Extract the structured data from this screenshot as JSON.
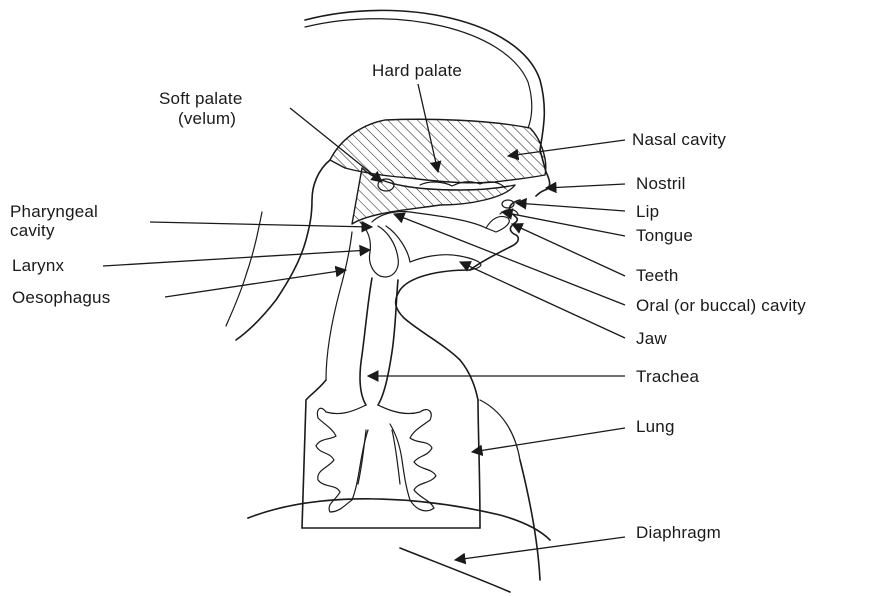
{
  "labels": {
    "hard_palate": "Hard palate",
    "soft_palate_1": "Soft palate",
    "soft_palate_2": "(velum)",
    "nasal_cavity": "Nasal cavity",
    "nostril": "Nostril",
    "pharyngeal_1": "Pharyngeal",
    "pharyngeal_2": "cavity",
    "lip": "Lip",
    "tongue": "Tongue",
    "larynx": "Larynx",
    "teeth": "Teeth",
    "oesophagus": "Oesophagus",
    "oral_cavity": "Oral (or buccal) cavity",
    "jaw": "Jaw",
    "trachea": "Trachea",
    "lung": "Lung",
    "diaphragm": "Diaphragm"
  },
  "colors": {
    "ink": "#1a1a1a",
    "background": "#ffffff"
  }
}
